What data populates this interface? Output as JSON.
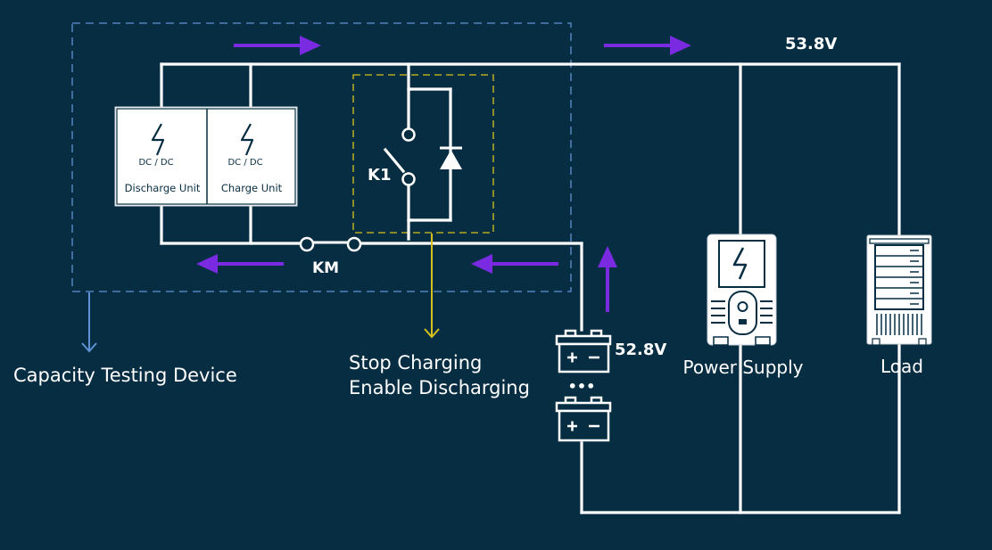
{
  "voltages": {
    "bus": "53.8V",
    "battery": "52.8V"
  },
  "device": {
    "caption": "Capacity Testing Device",
    "discharge_unit": {
      "type": "DC / DC",
      "label": "Discharge Unit"
    },
    "charge_unit": {
      "type": "DC / DC",
      "label": "Charge Unit"
    },
    "switch_k1": "K1",
    "contactor_km": "KM"
  },
  "annotation": {
    "line1": "Stop Charging",
    "line2": "Enable Discharging"
  },
  "battery_ellipsis": "•••",
  "power_supply": "Power Supply",
  "load": "Load",
  "battery_terminals": {
    "plus": "+",
    "minus": "−"
  },
  "colors": {
    "background": "#062d42",
    "wire": "#ffffff",
    "arrow": "#7a2be2",
    "device_border": "#5f92d4",
    "k1_border": "#d7c21d"
  },
  "icons": [
    "lightning-icon",
    "power-supply-icon",
    "load-rack-icon",
    "battery-icon"
  ]
}
